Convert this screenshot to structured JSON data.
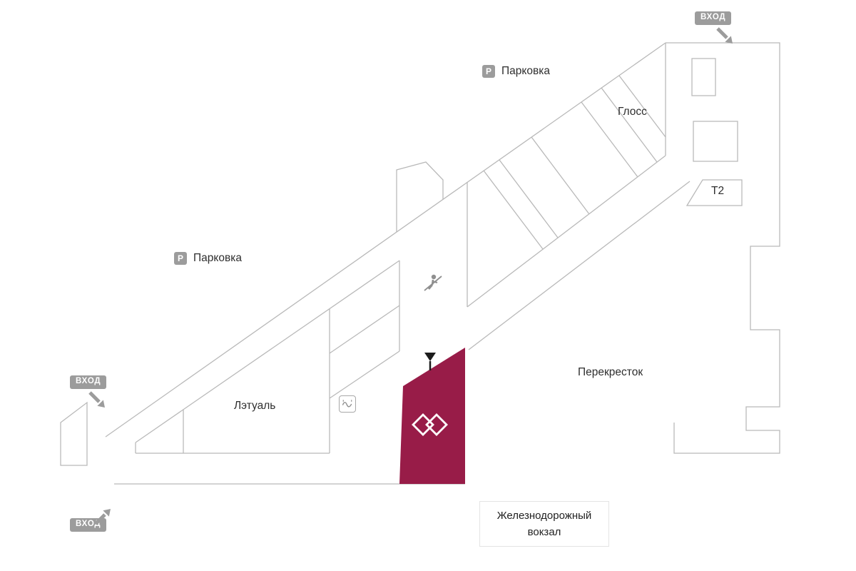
{
  "page": {
    "background": "#ffffff"
  },
  "colors": {
    "outline": "#b9b9b9",
    "highlight": "#981c48",
    "badge": "#9c9c9c",
    "text": "#2e2e2e",
    "pin": "#1c1c1c",
    "icon_gray": "#8f8f8f"
  },
  "labels": {
    "entrance": "ВХОД",
    "parking": "Парковка",
    "parking_letter": "P",
    "gloss": "Глосс",
    "t2": "Т2",
    "perekrestok": "Перекресток",
    "letoile": "Лэтуаль",
    "station_line1": "Железнодорожный",
    "station_line2": "вокзал"
  },
  "icons": {
    "entrance_arrow": "diagonal-arrow",
    "escalator": "escalator-person",
    "service_wave": "wave-line",
    "location_pin": "down-pin",
    "highlight_logo": "double-diamond"
  }
}
